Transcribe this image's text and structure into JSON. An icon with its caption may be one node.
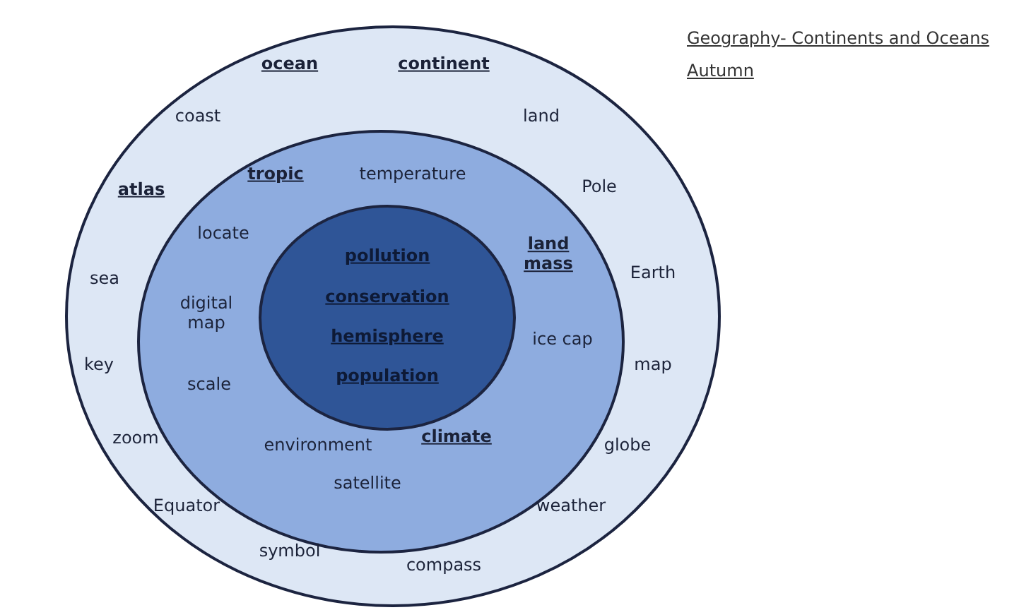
{
  "diagram": {
    "title": "Geography- Continents and Oceans",
    "nodes": [
      {
        "text": [
          "ocean",
          "continent",
          "coast",
          "land",
          "atlas",
          "Pole",
          "sea",
          "Earth",
          "key",
          "map",
          "zoom",
          "globe",
          "Equator",
          "weather",
          "symbol",
          "compass"
        ]
      },
      {
        "text": [
          "tropic",
          "temperature",
          "locate",
          "land mass",
          "digital map",
          "ice cap",
          "scale",
          "environment",
          "climate",
          "satellite"
        ],
        "in": 0
      },
      {
        "text": [
          "pollution",
          "conservation",
          "hemisphere",
          "population"
        ],
        "in": 1
      }
    ],
    "labels": [
      "Autumn"
    ]
  }
}
